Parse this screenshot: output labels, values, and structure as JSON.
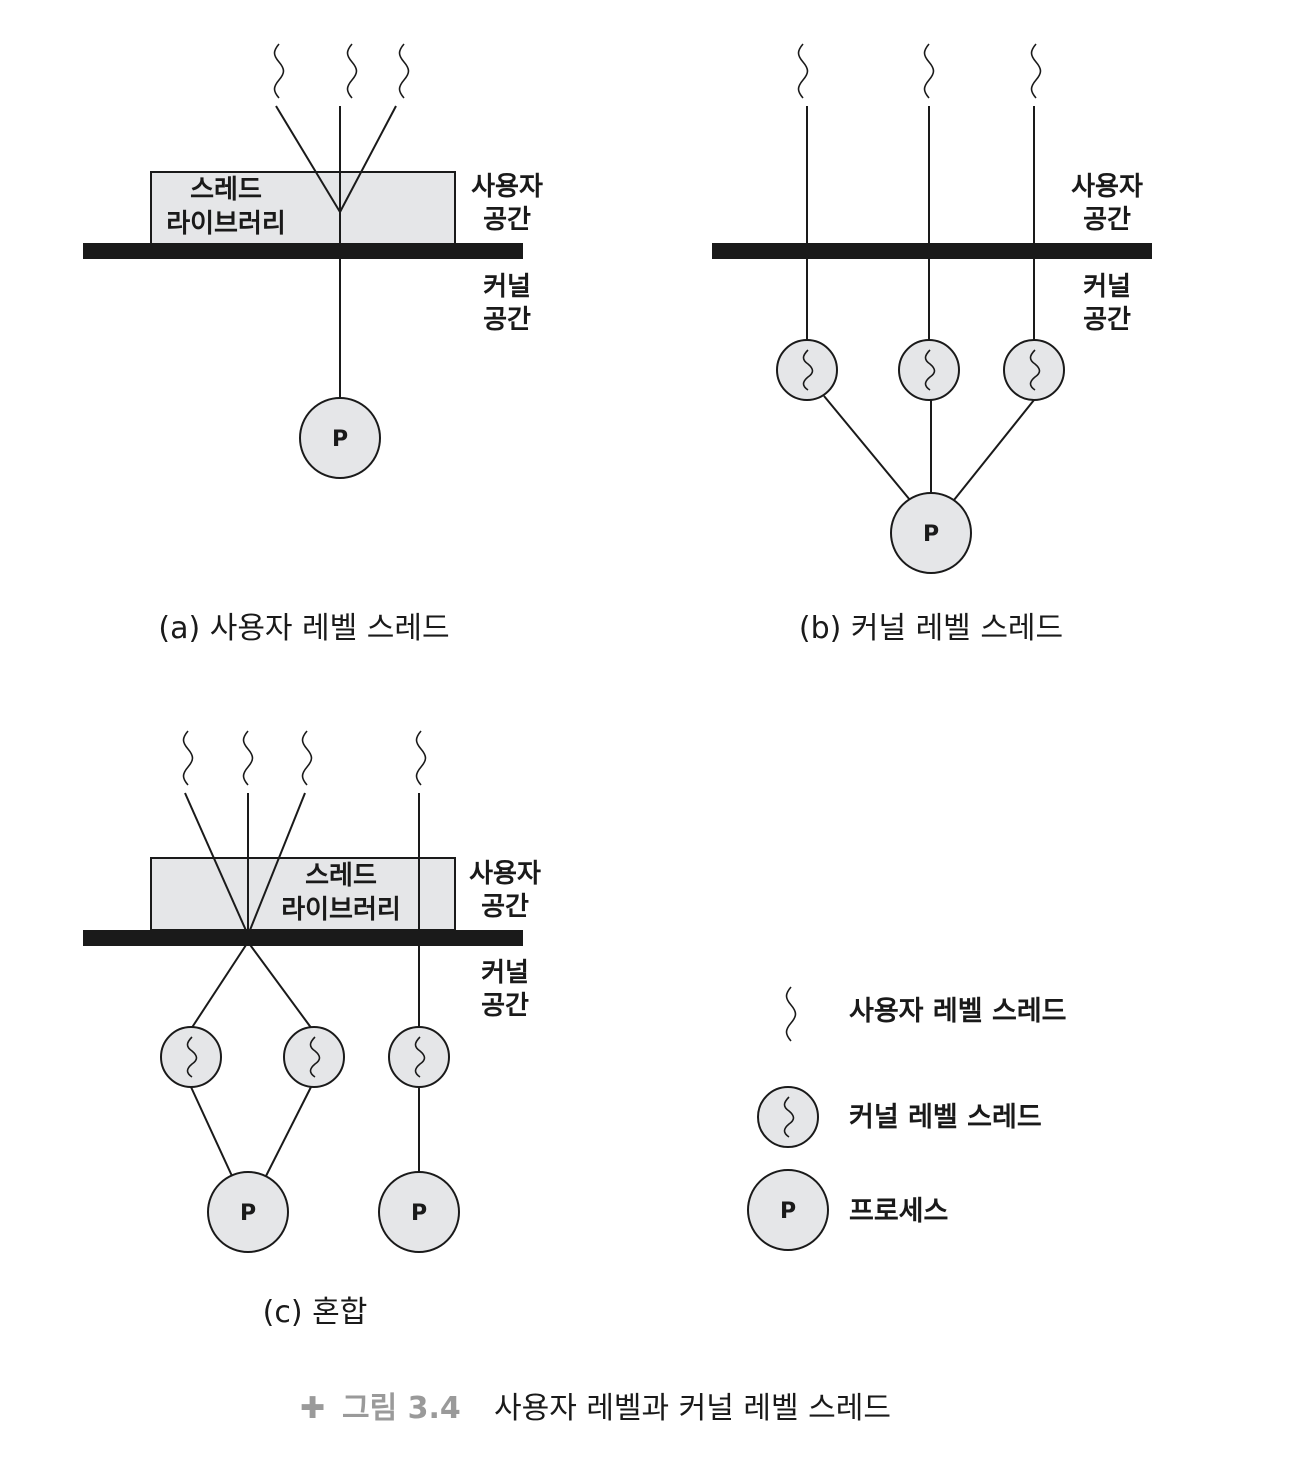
{
  "labels": {
    "thread_library_1": "스레드",
    "thread_library_2": "라이브러리",
    "user_space_1": "사용자",
    "user_space_2": "공간",
    "kernel_space_1": "커널",
    "kernel_space_2": "공간",
    "process": "P"
  },
  "captions": {
    "a": "(a) 사용자 레벨 스레드",
    "b": "(b) 커널 레벨 스레드",
    "c": "(c) 혼합"
  },
  "legend": {
    "user_thread": "사용자 레벨 스레드",
    "kernel_thread": "커널 레벨 스레드",
    "process": "프로세스"
  },
  "figure": {
    "plus": "✚",
    "number": "그림 3.4",
    "title": "사용자 레벨과 커널 레벨 스레드"
  }
}
